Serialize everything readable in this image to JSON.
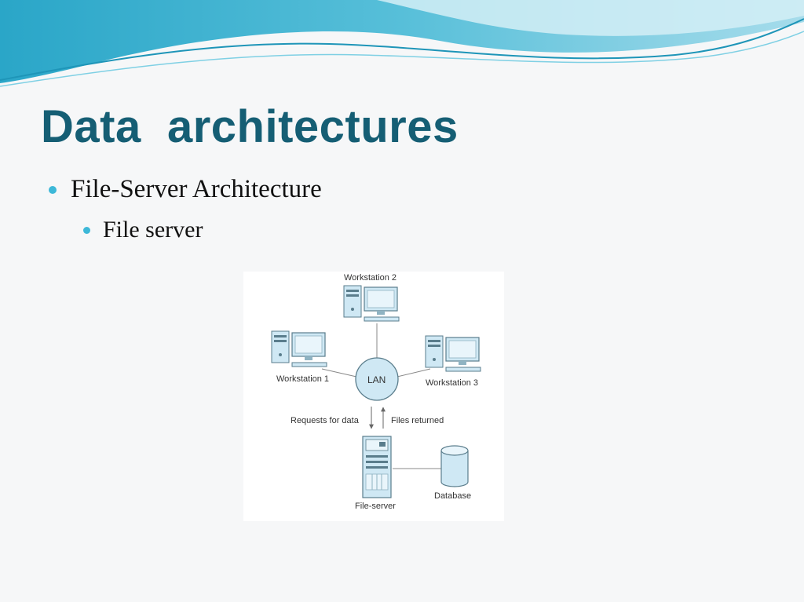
{
  "slide": {
    "title": "Data  architectures",
    "bullets": [
      {
        "text": "File-Server Architecture",
        "level": 1
      },
      {
        "text": "File server",
        "level": 2
      }
    ]
  },
  "diagram": {
    "nodes": {
      "workstation_1": "Workstation 1",
      "workstation_2": "Workstation 2",
      "workstation_3": "Workstation 3",
      "lan": "LAN",
      "file_server": "File-server",
      "database": "Database"
    },
    "edges": {
      "requests": "Requests for data",
      "files_returned": "Files returned"
    }
  },
  "colors": {
    "title": "#155e74",
    "bullet": "#3db8d8",
    "device_fill": "#cfe8f4",
    "device_stroke": "#5a7d8c",
    "wave_dark": "#2aa6c8",
    "wave_light": "#a6dceb"
  }
}
